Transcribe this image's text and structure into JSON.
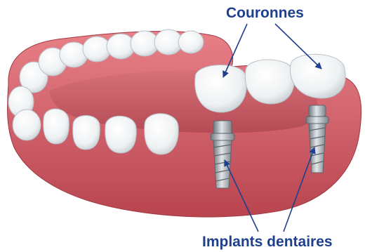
{
  "labels": {
    "crowns": "Couronnes",
    "implants": "Implants dentaires"
  },
  "colors": {
    "label_text": "#1f3f8f",
    "gum": "#d9676f",
    "gum_dark": "#b8444f",
    "palate": "#c55a63",
    "tooth": "#f4f6f7",
    "implant_metal": "#9aa2a8",
    "leader_line": "#1f3f8f"
  },
  "icons": {
    "illustration": "dental-implant-bridge-illustration"
  }
}
